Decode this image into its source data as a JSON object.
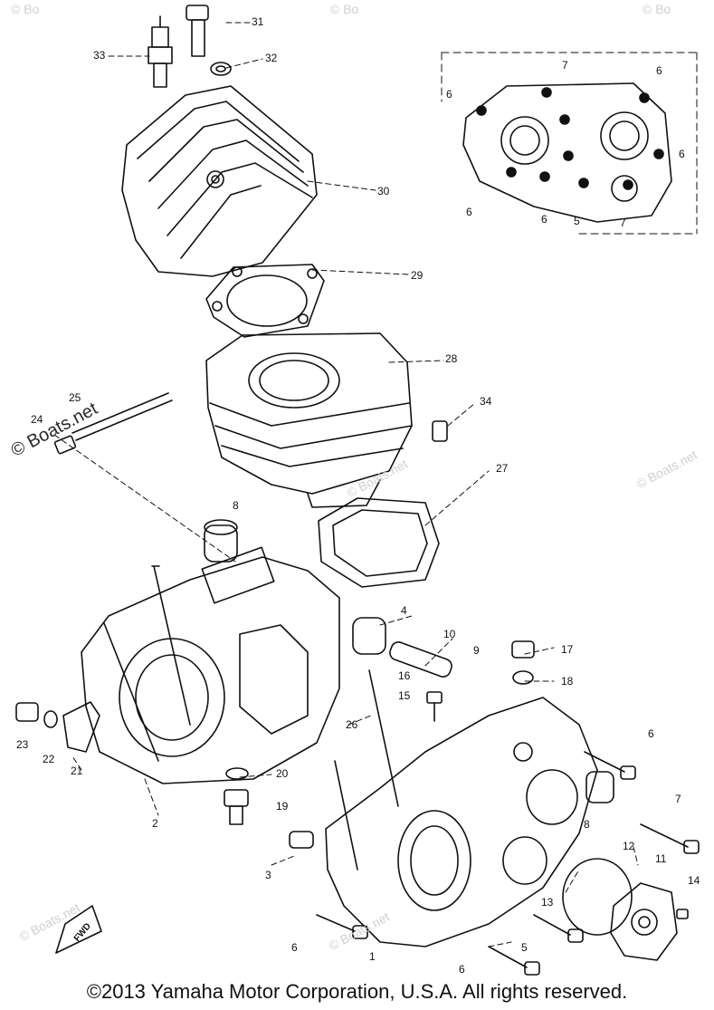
{
  "watermark": {
    "main": "© Boats.net",
    "faint": "© Boats.net",
    "faint_short": "© Bo"
  },
  "copyright": "©2013 Yamaha Motor Corporation, U.S.A. All rights reserved.",
  "fwd_label": "FWD",
  "callouts": [
    "31",
    "32",
    "33",
    "30",
    "29",
    "28",
    "34",
    "25",
    "24",
    "27",
    "8",
    "4",
    "10",
    "9",
    "16",
    "15",
    "17",
    "18",
    "26",
    "23",
    "22",
    "21",
    "20",
    "19",
    "2",
    "3",
    "6",
    "7",
    "8",
    "12",
    "11",
    "14",
    "13",
    "5",
    "1",
    "6",
    "6",
    "6",
    "7",
    "6",
    "6",
    "6",
    "6",
    "5",
    "7"
  ]
}
